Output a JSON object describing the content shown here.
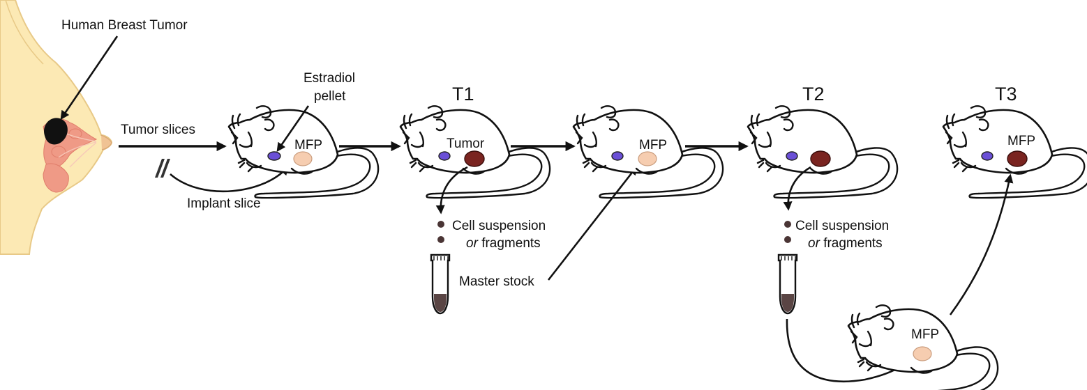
{
  "labels": {
    "human_breast_tumor": "Human Breast Tumor",
    "tumor_slices": "Tumor slices",
    "implant_slice": "Implant slice",
    "estradiol": "Estradiol",
    "pellet": "pellet",
    "mfp": "MFP",
    "tumor": "Tumor",
    "t1": "T1",
    "t2": "T2",
    "t3": "T3",
    "cell_suspension": "Cell suspension",
    "or": "or",
    "fragments": "fragments",
    "master_stock": "Master stock"
  },
  "colors": {
    "breast_skin": "#fce9b4",
    "breast_outline": "#e8c987",
    "gland": "#ef9a86",
    "estradiol_pellet": "#6a4fd6",
    "mfp_fat_pad": "#f6cdb0",
    "tumor": "#7a2420",
    "cell_dot": "#4a3535",
    "tube_content": "#5a4544"
  }
}
